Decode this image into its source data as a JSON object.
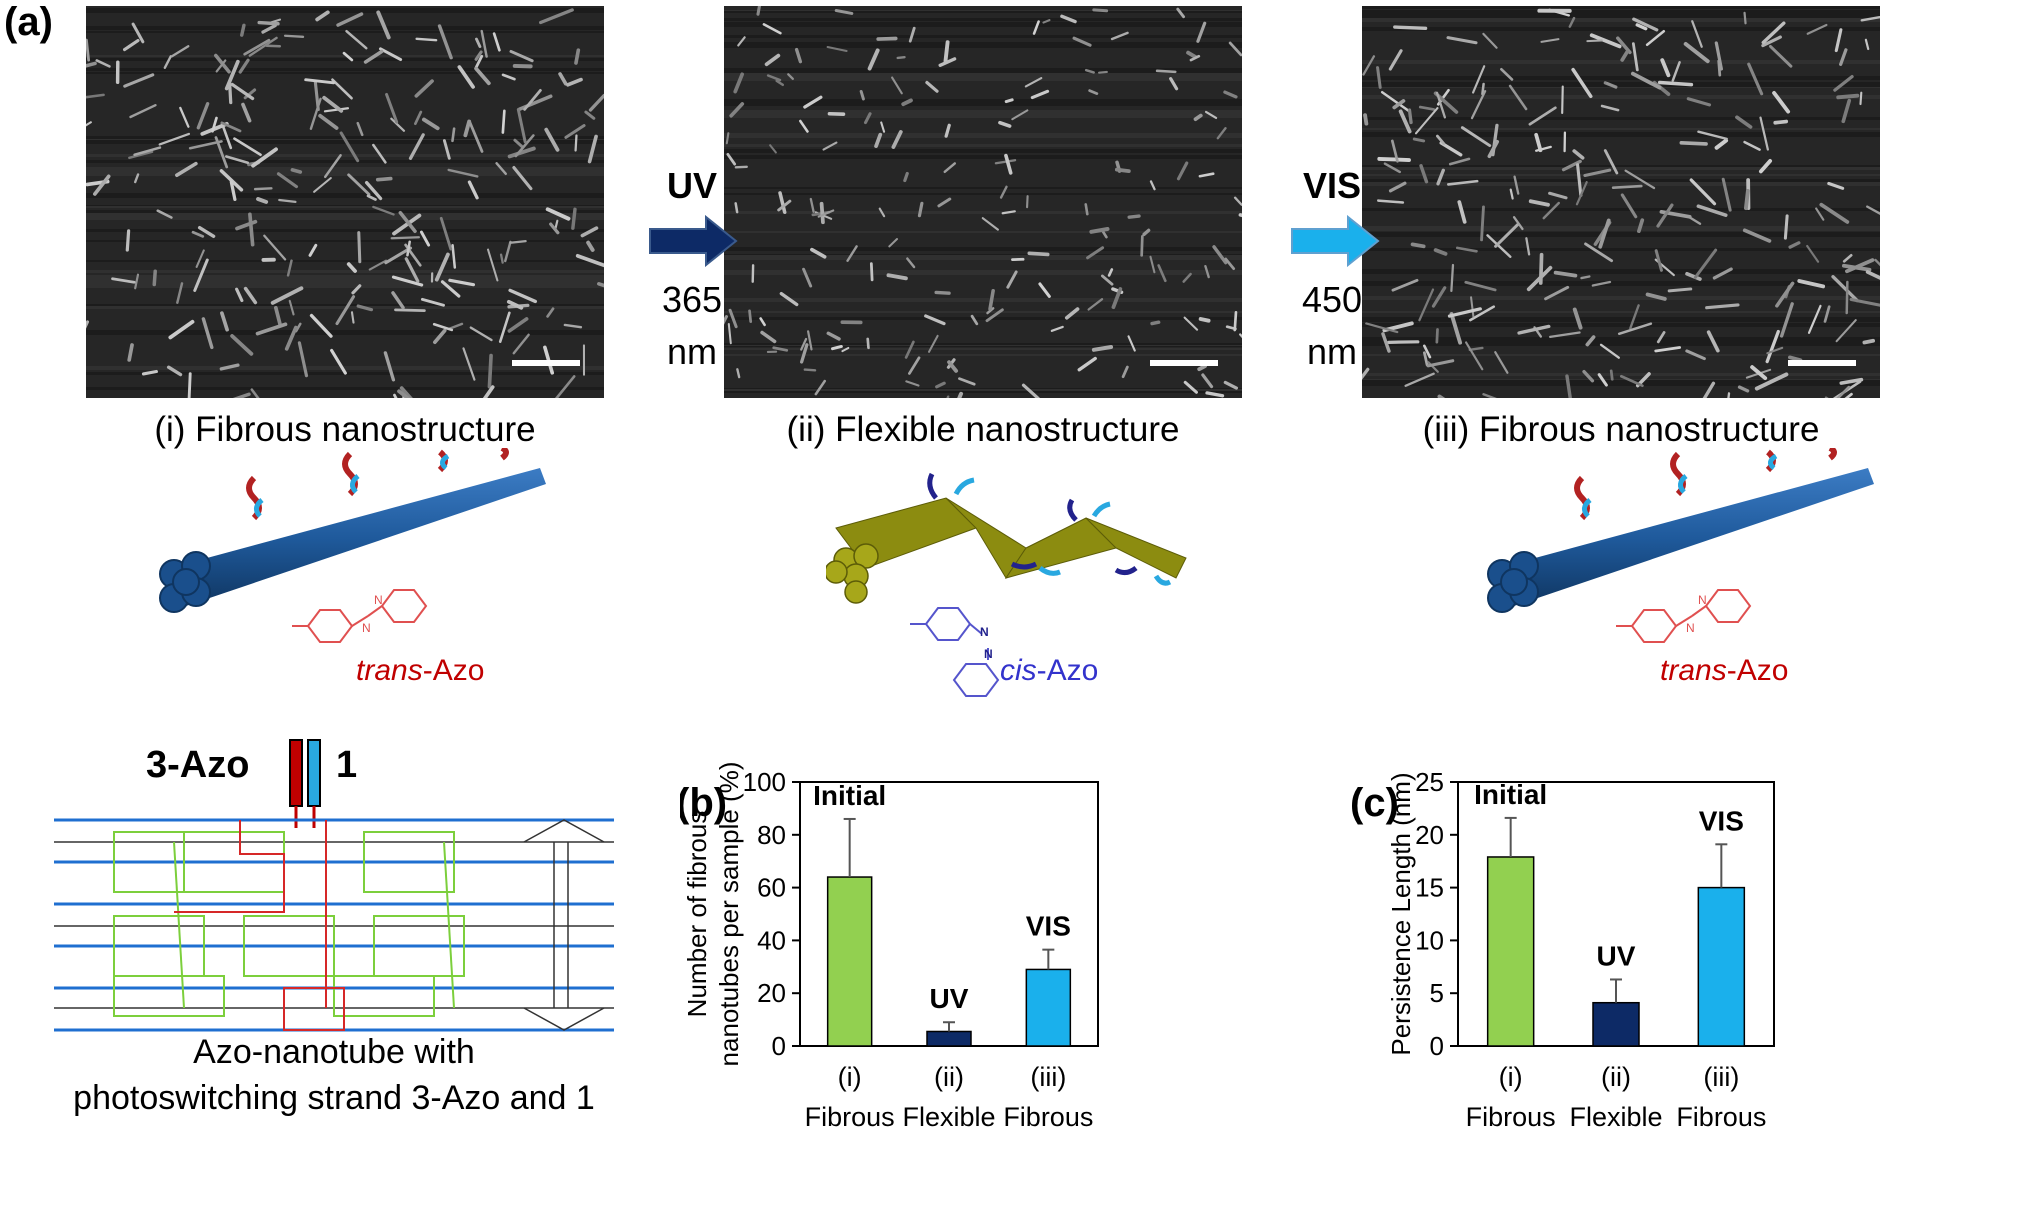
{
  "panel_a": {
    "label": "(a)",
    "images": [
      {
        "caption": "(i) Fibrous nanostructure",
        "chem_prefix": "trans",
        "chem_suffix": "-Azo"
      },
      {
        "caption": "(ii) Flexible nanostructure",
        "chem_prefix": "cis",
        "chem_suffix": "-Azo"
      },
      {
        "caption": "(iii) Fibrous nanostructure",
        "chem_prefix": "trans",
        "chem_suffix": "-Azo"
      }
    ],
    "arrows": [
      {
        "label": "UV",
        "line1": "365",
        "line2": "nm",
        "color": "#0d2a66"
      },
      {
        "label": "VIS",
        "line1": "450",
        "line2": "nm",
        "color": "#1ab0ec"
      }
    ],
    "diagram": {
      "strand_left": "3-Azo",
      "strand_right": "1",
      "caption_line1": "Azo-nanotube with",
      "caption_line2": "photoswitching strand  3-Azo and 1"
    }
  },
  "colors": {
    "fibrous_green": "#92d050",
    "flexible_navy": "#0d2a66",
    "vis_blue": "#1ab0ec",
    "trans_red": "#c00000",
    "cis_blue": "#3333cc",
    "tube_blue": "#1f5a9c",
    "tube_olive": "#8c8c10"
  },
  "chart_data": [
    {
      "panel_label": "(b)",
      "type": "bar",
      "categories": [
        "(i)",
        "(ii)",
        "(iii)"
      ],
      "categories_line2": [
        "Fibrous",
        "Flexible",
        "Fibrous"
      ],
      "values": [
        64,
        5.5,
        29
      ],
      "errors": [
        22,
        3.5,
        7.5
      ],
      "bar_labels": [
        "Initial",
        "UV",
        "VIS"
      ],
      "bar_colors": [
        "#92d050",
        "#0d2a66",
        "#1ab0ec"
      ],
      "ylabel_line1": "Number of fibrous",
      "ylabel_line2": "nanotubes per sample (%)",
      "ylim": [
        0,
        100
      ],
      "yticks": [
        0,
        20,
        40,
        60,
        80,
        100
      ]
    },
    {
      "panel_label": "(c)",
      "type": "bar",
      "categories": [
        "(i)",
        "(ii)",
        "(iii)"
      ],
      "categories_line2": [
        "Fibrous",
        "Flexible",
        "Fibrous"
      ],
      "values": [
        17.9,
        4.1,
        15
      ],
      "errors": [
        3.7,
        2.2,
        4.1
      ],
      "bar_labels": [
        "Initial",
        "UV",
        "VIS"
      ],
      "bar_colors": [
        "#92d050",
        "#0d2a66",
        "#1ab0ec"
      ],
      "ylabel_line1": "Persistence Length (nm)",
      "ylabel_line2": "",
      "ylim": [
        0,
        25
      ],
      "yticks": [
        0,
        5,
        10,
        15,
        20,
        25
      ]
    }
  ]
}
